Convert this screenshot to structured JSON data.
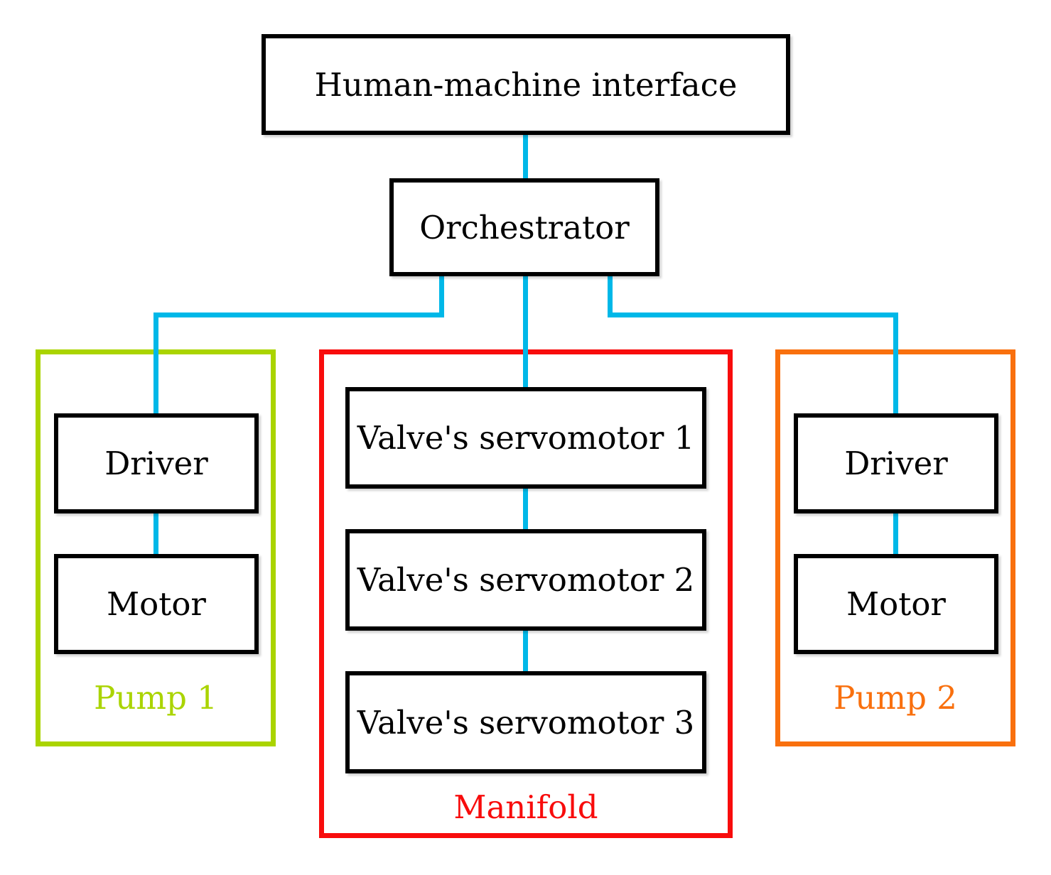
{
  "background": "#ffffff",
  "colors": {
    "connector": "#00b8e8",
    "box_border": "#000000",
    "box_text": "#000000",
    "pump1_accent": "#aad400",
    "manifold_accent": "#f80c0c",
    "pump2_accent": "#f9700e"
  },
  "nodes": {
    "hmi": {
      "label": "Human-machine interface"
    },
    "orchestrator": {
      "label": "Orchestrator"
    },
    "pump1_driver": {
      "label": "Driver"
    },
    "pump1_motor": {
      "label": "Motor"
    },
    "servo1": {
      "label": "Valve's servomotor 1"
    },
    "servo2": {
      "label": "Valve's servomotor 2"
    },
    "servo3": {
      "label": "Valve's servomotor 3"
    },
    "pump2_driver": {
      "label": "Driver"
    },
    "pump2_motor": {
      "label": "Motor"
    }
  },
  "groups": {
    "pump1": {
      "label": "Pump 1",
      "color": "#aad400"
    },
    "manifold": {
      "label": "Manifold",
      "color": "#f80c0c"
    },
    "pump2": {
      "label": "Pump 2",
      "color": "#f9700e"
    }
  }
}
